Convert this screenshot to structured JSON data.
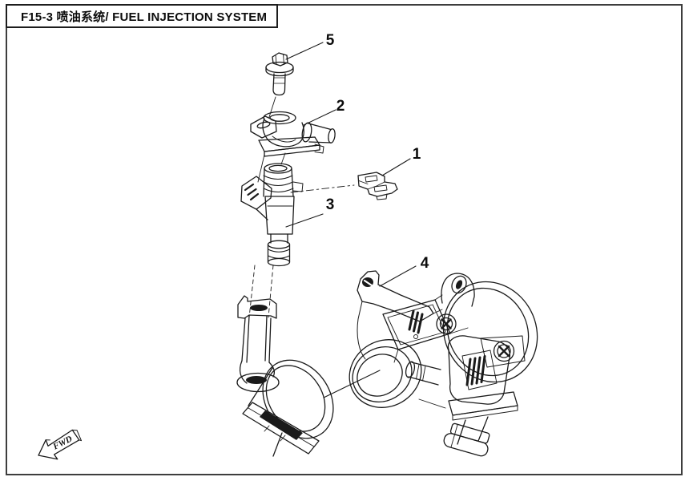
{
  "page": {
    "title": "F15-3 喷油系统/ FUEL INJECTION SYSTEM",
    "background_color": "#ffffff",
    "line_color": "#1a1a1a",
    "border_color": "#3d3d3d"
  },
  "diagram": {
    "callouts": [
      {
        "number": "1"
      },
      {
        "number": "2"
      },
      {
        "number": "3"
      },
      {
        "number": "4"
      },
      {
        "number": "5"
      }
    ],
    "direction_label": "FWD"
  }
}
